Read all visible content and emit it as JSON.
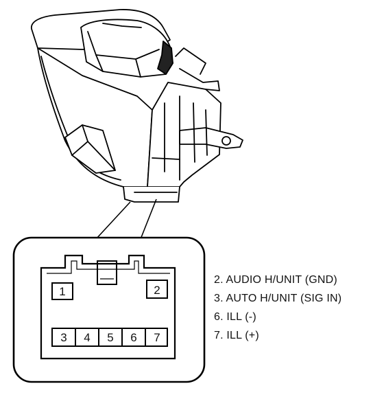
{
  "connector": {
    "top_pins": [
      {
        "label": "1"
      },
      {
        "label": "2"
      }
    ],
    "bottom_pins": [
      {
        "label": "3"
      },
      {
        "label": "4"
      },
      {
        "label": "5"
      },
      {
        "label": "6"
      },
      {
        "label": "7"
      }
    ]
  },
  "legend": [
    {
      "text": "2. AUDIO H/UNIT (GND)"
    },
    {
      "text": "3. AUTO H/UNIT (SIG IN)"
    },
    {
      "text": "6. ILL (-)"
    },
    {
      "text": "7. ILL (+)"
    }
  ]
}
